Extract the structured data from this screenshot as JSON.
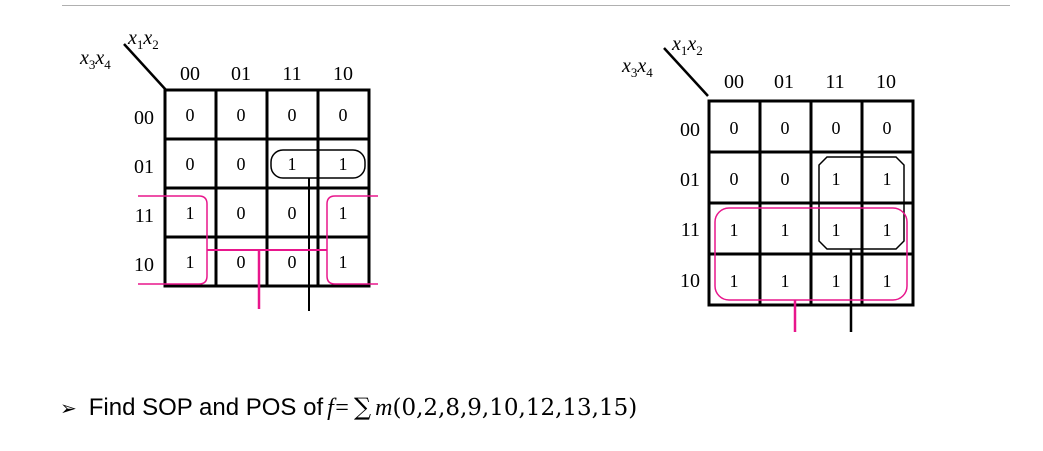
{
  "kmaps": [
    {
      "row_var": {
        "a": "x",
        "a_sub": "3",
        "b": "x",
        "b_sub": "4"
      },
      "col_var": {
        "a": "x",
        "a_sub": "1",
        "b": "x",
        "b_sub": "2"
      },
      "col_headers": [
        "00",
        "01",
        "11",
        "10"
      ],
      "row_headers": [
        "00",
        "01",
        "11",
        "10"
      ],
      "cells": [
        [
          "0",
          "0",
          "0",
          "0"
        ],
        [
          "0",
          "0",
          "1",
          "1"
        ],
        [
          "1",
          "0",
          "0",
          "1"
        ],
        [
          "1",
          "0",
          "0",
          "1"
        ]
      ]
    },
    {
      "row_var": {
        "a": "x",
        "a_sub": "3",
        "b": "x",
        "b_sub": "4"
      },
      "col_var": {
        "a": "x",
        "a_sub": "1",
        "b": "x",
        "b_sub": "2"
      },
      "col_headers": [
        "00",
        "01",
        "11",
        "10"
      ],
      "row_headers": [
        "00",
        "01",
        "11",
        "10"
      ],
      "cells": [
        [
          "0",
          "0",
          "0",
          "0"
        ],
        [
          "0",
          "0",
          "1",
          "1"
        ],
        [
          "1",
          "1",
          "1",
          "1"
        ],
        [
          "1",
          "1",
          "1",
          "1"
        ]
      ]
    }
  ],
  "task": {
    "prefix": "Find SOP and POS of",
    "func": "f=",
    "sigma": "∑",
    "m": "m",
    "args": "(0,2,8,9,10,12,13,15)"
  },
  "colors": {
    "group_pink": "#e8168c",
    "group_black": "#000000"
  }
}
